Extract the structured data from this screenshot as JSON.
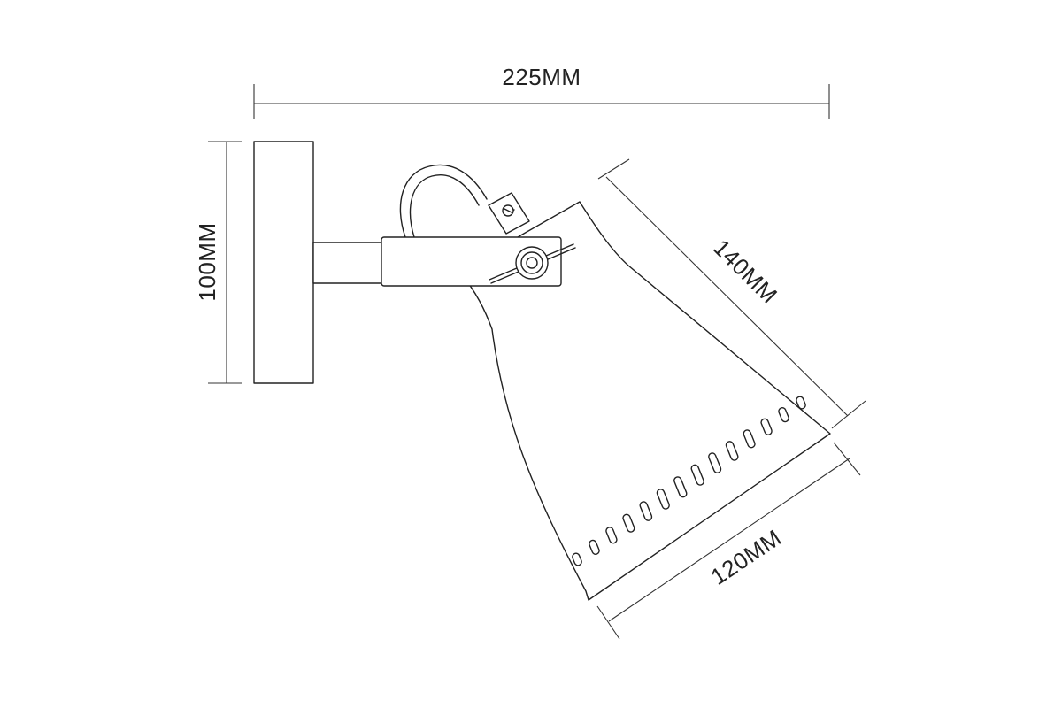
{
  "dimensions": {
    "width_label": "225MM",
    "height_label": "100MM",
    "shade_length_label": "140MM",
    "shade_opening_label": "120MM"
  },
  "colors": {
    "line": "#222222",
    "background": "#ffffff"
  }
}
